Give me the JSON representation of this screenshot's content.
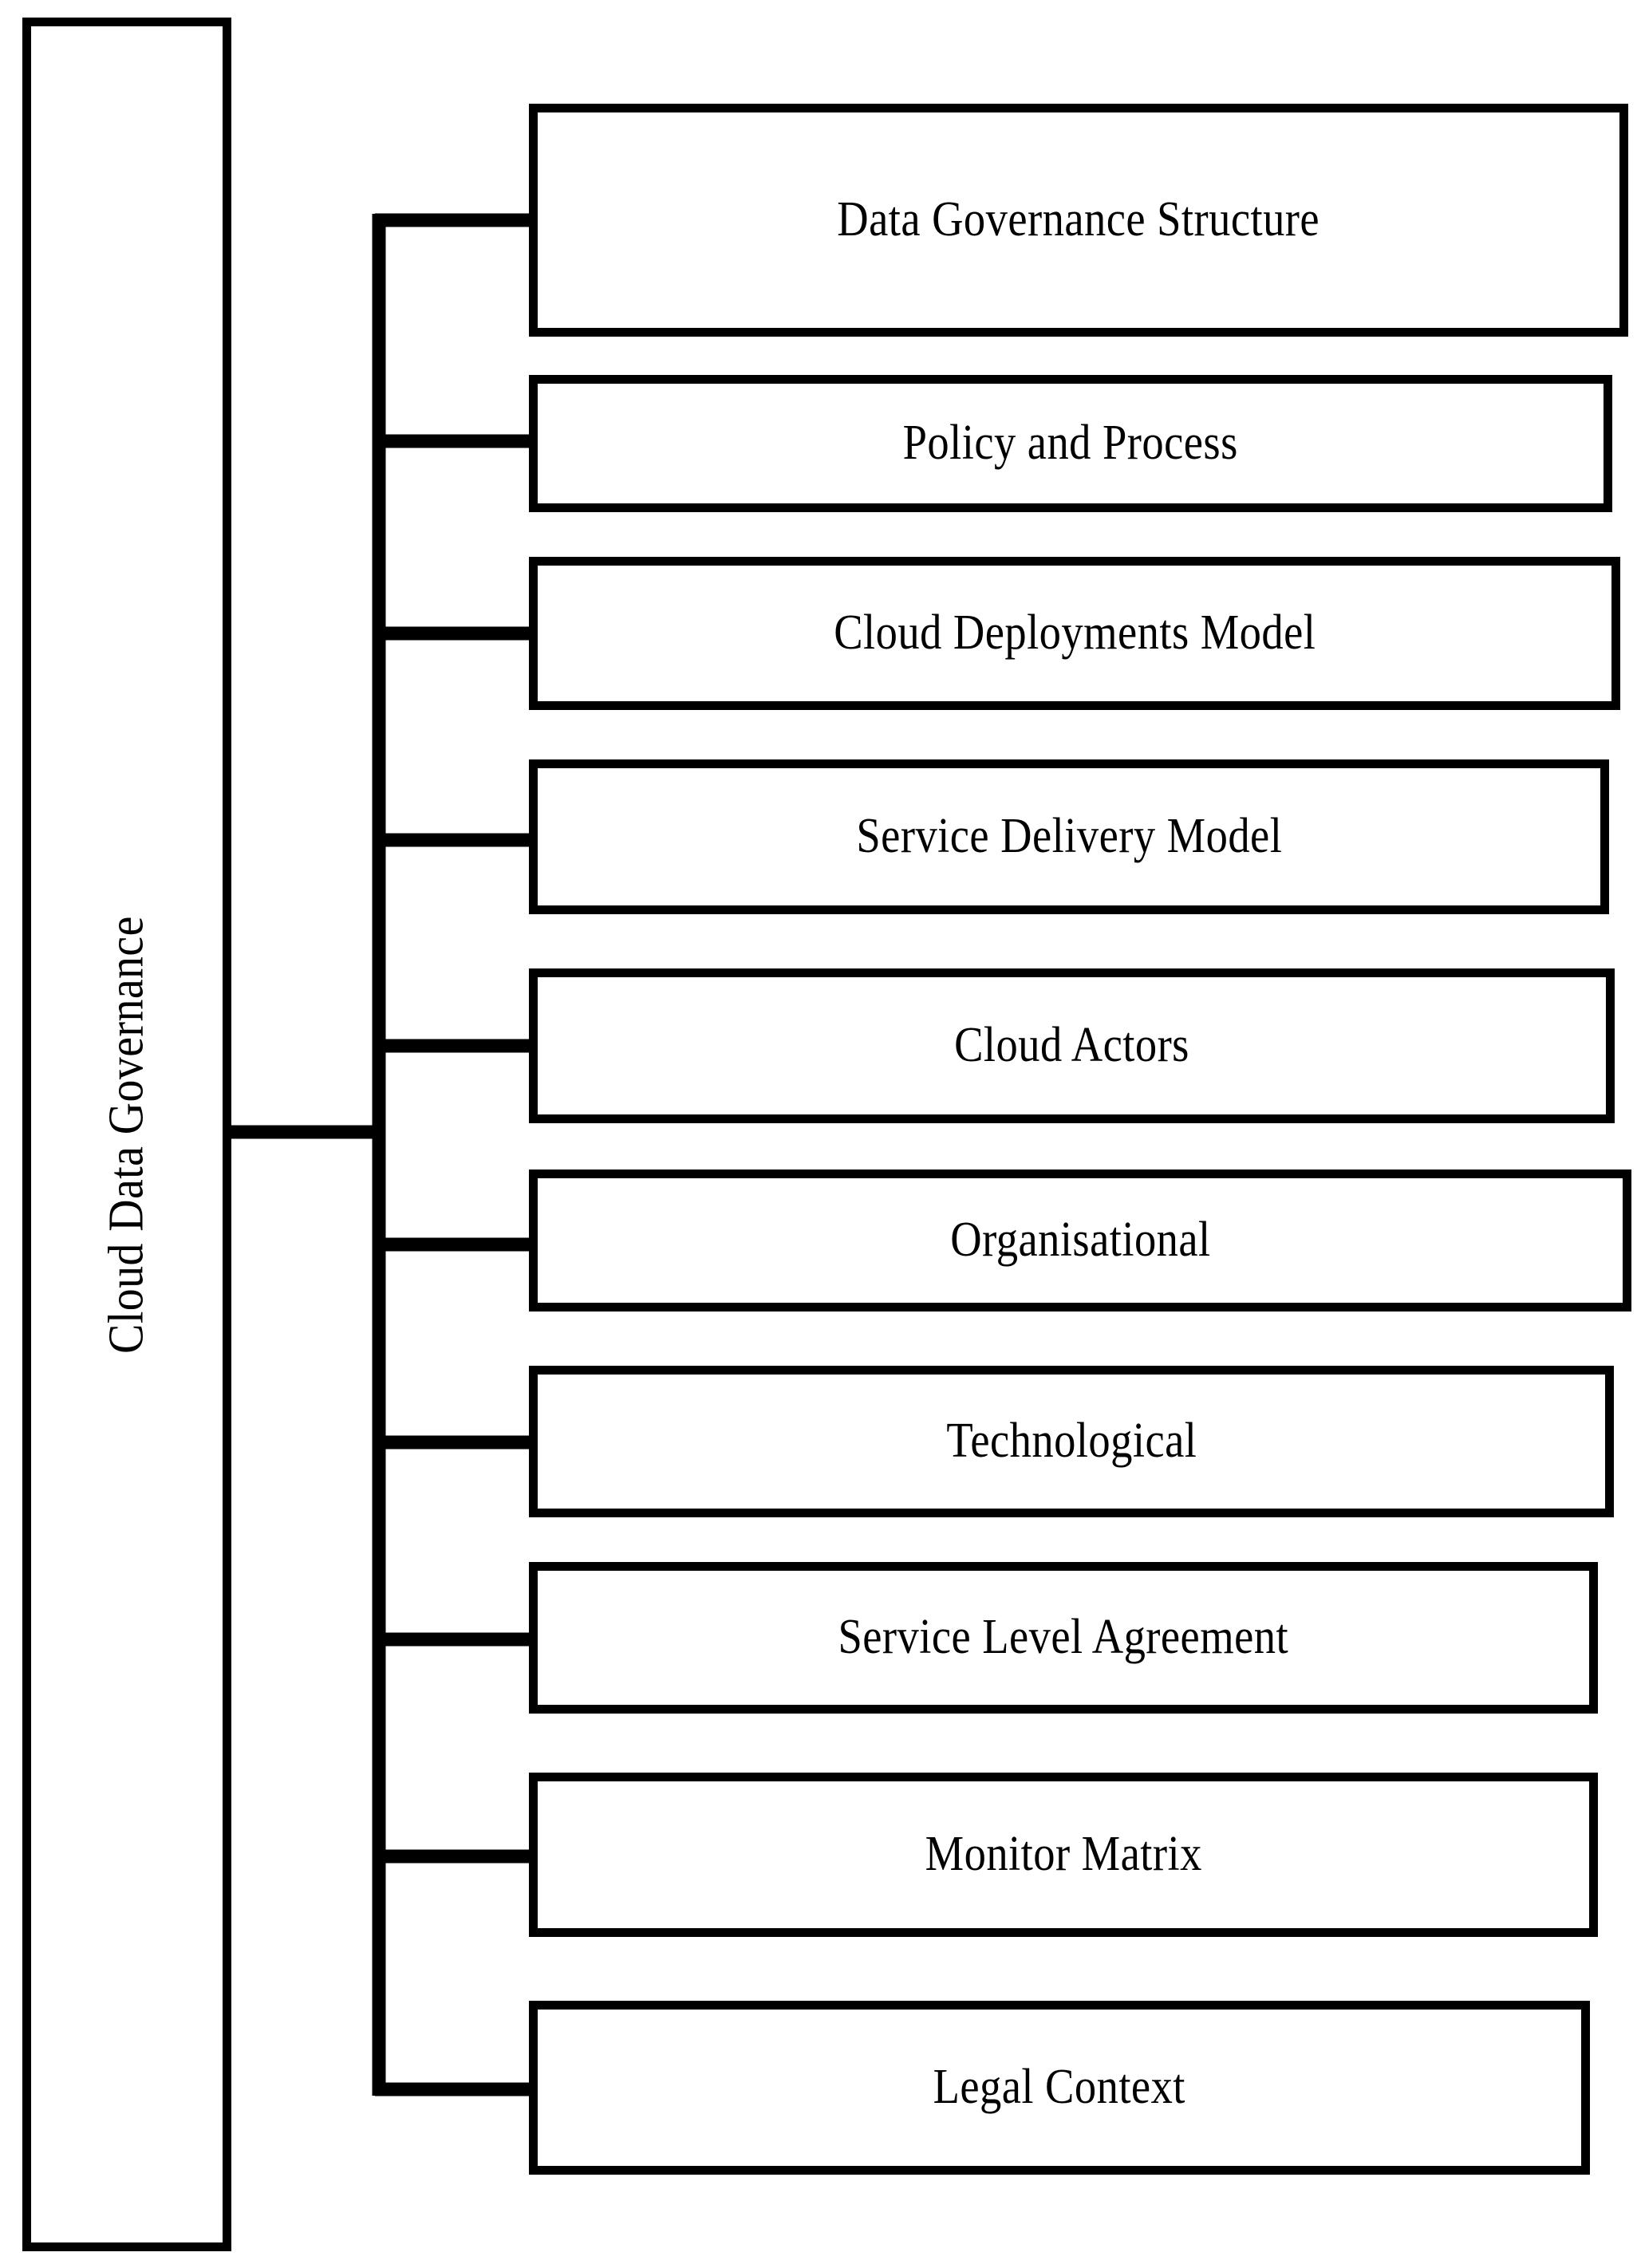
{
  "diagram": {
    "type": "tree",
    "orientation": "left-to-right",
    "title": "Cloud Data Governance",
    "root": {
      "label": "Cloud Data Governance",
      "text_orientation": "vertical-rotated-90-ccw"
    },
    "stroke_color": "#000000",
    "background_color": "#ffffff",
    "children": [
      {
        "label": "Data Governance Structure"
      },
      {
        "label": "Policy and Process"
      },
      {
        "label": "Cloud Deployments Model"
      },
      {
        "label": "Service Delivery Model"
      },
      {
        "label": "Cloud Actors"
      },
      {
        "label": "Organisational"
      },
      {
        "label": "Technological"
      },
      {
        "label": "Service Level Agreement"
      },
      {
        "label": "Monitor Matrix"
      },
      {
        "label": "Legal Context"
      }
    ]
  }
}
